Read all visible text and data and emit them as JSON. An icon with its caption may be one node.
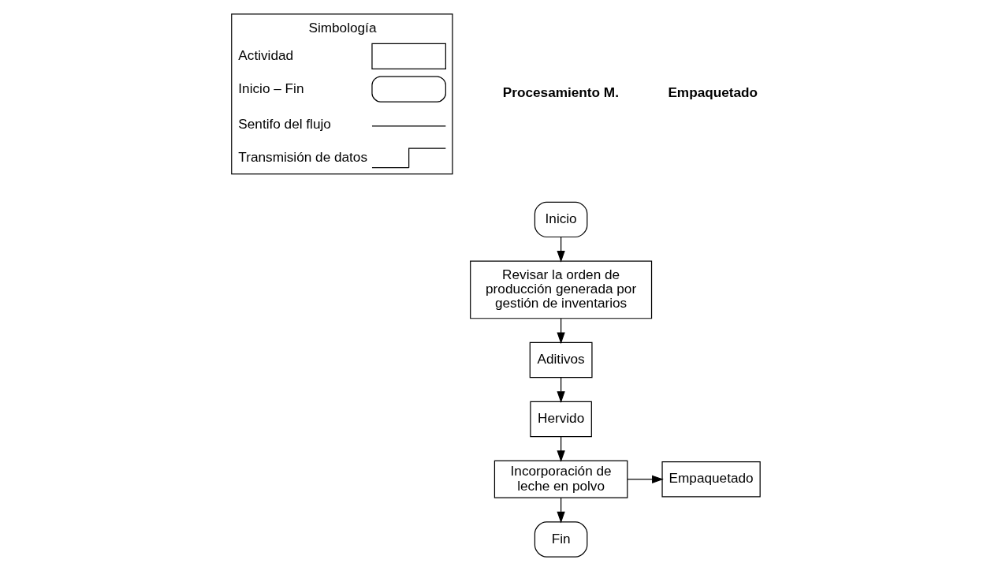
{
  "diagram": {
    "nodes": [
      {
        "text": [
          "Inicio"
        ]
      },
      {
        "text": [
          "Revisar la orden de producción generada por gestión de inventarios"
        ]
      },
      {
        "text": [
          "Aditivos"
        ]
      },
      {
        "text": [
          "Hervido"
        ]
      },
      {
        "text": [
          "Incorporación de leche en polvo"
        ]
      },
      {
        "text": [
          "Fin"
        ]
      },
      {
        "text": [
          "Empaquetado"
        ]
      }
    ],
    "edges": [
      {
        "from": 0,
        "to": 1,
        "arrow": "to"
      },
      {
        "from": 1,
        "to": 2,
        "arrow": "to"
      },
      {
        "from": 2,
        "to": 3,
        "arrow": "to"
      },
      {
        "from": 3,
        "to": 4,
        "arrow": "to"
      },
      {
        "from": 4,
        "to": 5,
        "arrow": "to"
      },
      {
        "from": 4,
        "to": 6,
        "arrow": "to"
      }
    ],
    "labels": [
      "Procesamiento M.",
      "Empaquetado",
      "Simbología"
    ],
    "legend": [
      {
        "text": "Actividad"
      },
      {
        "text": "Inicio – Fin"
      },
      {
        "text": "Sentifo del flujo"
      },
      {
        "text": "Transmisión de datos"
      }
    ]
  }
}
